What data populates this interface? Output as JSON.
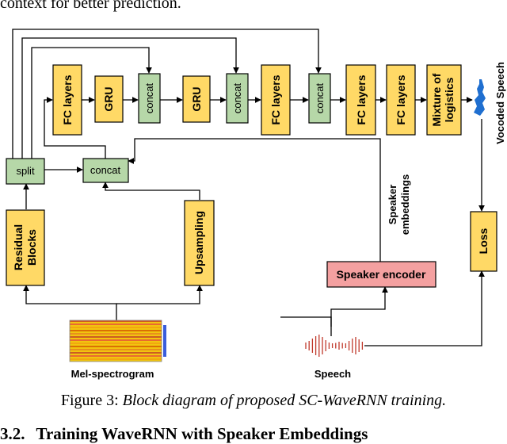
{
  "top_text": "context for better prediction.",
  "caption": {
    "prefix": "Figure 3: ",
    "italic": "Block diagram of proposed SC-WaveRNN training."
  },
  "section": {
    "number": "3.2.",
    "title": "Training WaveRNN with Speaker Embeddings"
  },
  "diagram": {
    "boxes": {
      "fc1": "FC layers",
      "gru1": "GRU",
      "concat1": "concat",
      "gru2": "GRU",
      "concat2": "concat",
      "fc2": "FC layers",
      "concat3": "concat",
      "fc3": "FC layers",
      "fc4": "FC layers",
      "mixture_line1": "Mixture of",
      "mixture_line2": "logistics",
      "split": "split",
      "concat_main": "concat",
      "residual_line1": "Residual",
      "residual_line2": "Blocks",
      "upsampling": "Upsampling",
      "loss": "Loss",
      "speaker_encoder": "Speaker encoder"
    },
    "labels": {
      "vocoded_speech": "Vocoded Speech",
      "speaker_embeddings_line1": "Speaker",
      "speaker_embeddings_line2": "embeddings",
      "mel_spectrogram": "Mel-spectrogram",
      "speech": "Speech"
    },
    "colors": {
      "yellow": "#FFD966",
      "green": "#B6D7A8",
      "red": "#F4A0A0",
      "wave_blue": "#1f6fd0",
      "speech_red": "#c0392b"
    }
  }
}
